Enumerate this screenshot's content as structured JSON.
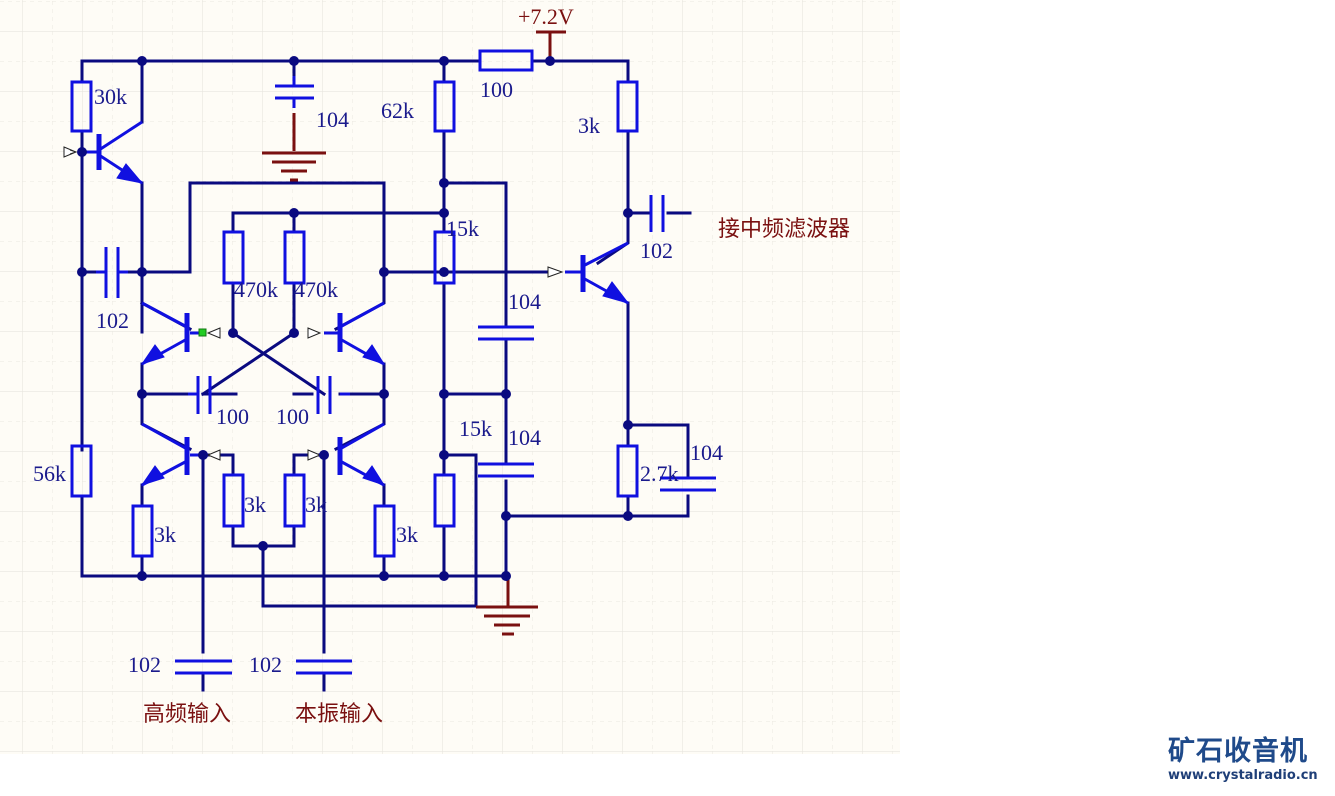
{
  "schematic": {
    "supply_label": "+7.2V",
    "components": {
      "r_30k": "30k",
      "c_104_top": "104",
      "r_62k": "62k",
      "r_100": "100",
      "r_3k_out": "3k",
      "r_15k_upper": "15k",
      "c_102_out": "102",
      "output_note": "接中频滤波器",
      "c_102_left": "102",
      "r_470k_a": "470k",
      "r_470k_b": "470k",
      "c_104_mid": "104",
      "c_100_a": "100",
      "c_100_b": "100",
      "r_15k_lower": "15k",
      "c_104_lower": "104",
      "r_56k": "56k",
      "r_3k_a": "3k",
      "r_3k_b": "3k",
      "r_3k_c": "3k",
      "r_3k_d": "3k",
      "r_2_7k": "2.7k",
      "c_104_emitter": "104",
      "c_102_rf": "102",
      "c_102_lo": "102",
      "rf_input_label": "高频输入",
      "lo_input_label": "本振输入"
    },
    "colors": {
      "wire": "#0a0a80",
      "component": "#1010e0",
      "power": "#7a1010",
      "label": "#1a1a8c",
      "grid_major": "#e8e6df",
      "sheet": "#fefcf6"
    }
  },
  "watermark": {
    "title": "矿石收音机",
    "url": "www.crystalradio.cn"
  }
}
